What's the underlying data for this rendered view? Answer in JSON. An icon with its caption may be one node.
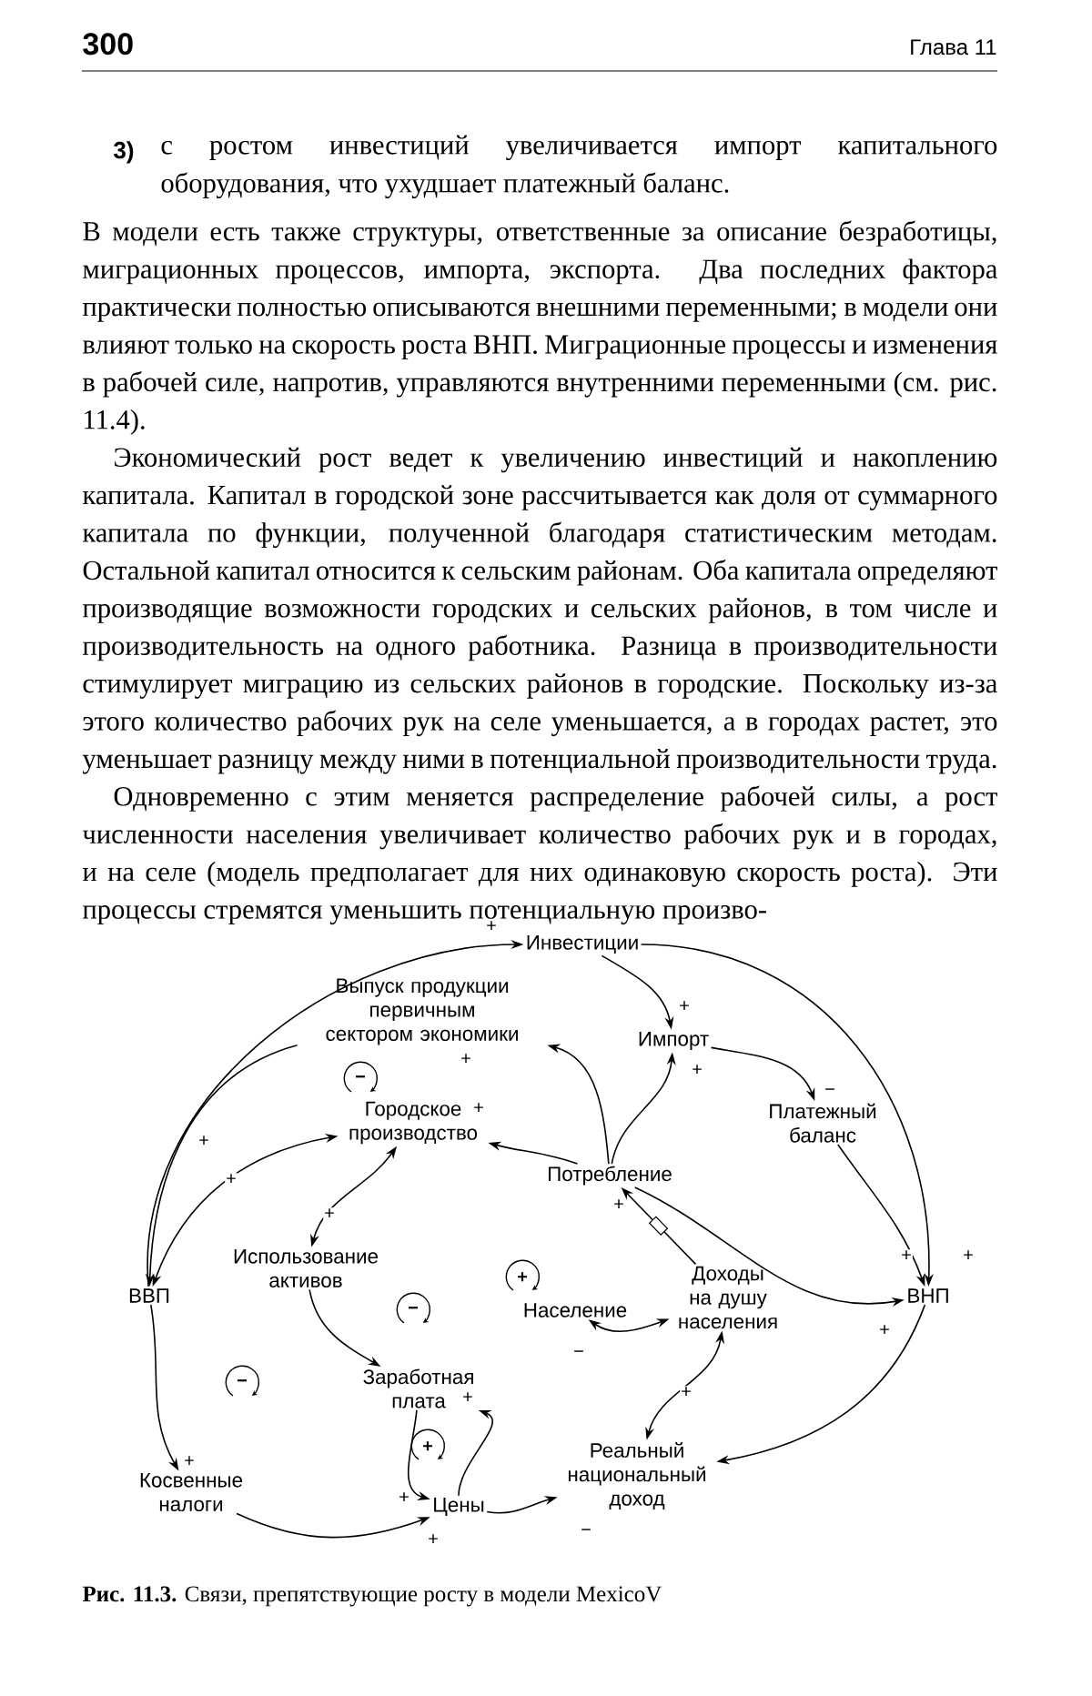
{
  "diagram": {
    "caption": "**Рис. 11.3.** Связи, препятствующие росту в модели MexicoV",
    "nodes": [
      {
        "text": [
          "Инвестиции"
        ]
      },
      {
        "text": [
          "Выпуск продукции первичным сектором экономики"
        ]
      },
      {
        "text": [
          "Импорт"
        ]
      },
      {
        "text": [
          "Городское производство"
        ]
      },
      {
        "text": [
          "Платежный баланс"
        ]
      },
      {
        "text": [
          "Потребление"
        ]
      },
      {
        "text": [
          "ВВП"
        ]
      },
      {
        "text": [
          "Использование активов"
        ]
      },
      {
        "text": [
          "Население"
        ]
      },
      {
        "text": [
          "Доходы на душу населения"
        ]
      },
      {
        "text": [
          "ВНП"
        ]
      },
      {
        "text": [
          "Заработная плата"
        ]
      },
      {
        "text": [
          "Реальный национальный доход"
        ]
      },
      {
        "text": [
          "Косвенные налоги"
        ]
      },
      {
        "text": [
          "Цены"
        ]
      }
    ],
    "edges": [
      {
        "from": 6,
        "to": 0,
        "arrow": "to",
        "label": "+"
      },
      {
        "from": 0,
        "to": 2,
        "arrow": "to",
        "label": "+"
      },
      {
        "from": 0,
        "to": 10,
        "arrow": "to",
        "label": "+"
      },
      {
        "from": 2,
        "to": 4,
        "arrow": "to",
        "label": "−"
      },
      {
        "from": 4,
        "to": 10,
        "arrow": "to",
        "label": "+"
      },
      {
        "from": 5,
        "to": 2,
        "arrow": "to",
        "label": "+"
      },
      {
        "from": 5,
        "to": 1,
        "arrow": "to",
        "label": "+"
      },
      {
        "from": 5,
        "to": 3,
        "arrow": "to",
        "label": "+"
      },
      {
        "from": 5,
        "to": 10,
        "arrow": "to",
        "label": "+"
      },
      {
        "from": 1,
        "to": 6,
        "arrow": "to",
        "label": "+"
      },
      {
        "from": 3,
        "to": 6,
        "arrow": "both",
        "label": "+"
      },
      {
        "from": 3,
        "to": 7,
        "arrow": "both",
        "label": "+"
      },
      {
        "from": 7,
        "to": 11,
        "arrow": "to"
      },
      {
        "from": 9,
        "to": 5,
        "arrow": "to",
        "label": "+"
      },
      {
        "from": 8,
        "to": 9,
        "arrow": "both",
        "label": "−"
      },
      {
        "from": 9,
        "to": 12,
        "arrow": "both",
        "label": "+"
      },
      {
        "from": 10,
        "to": 12,
        "arrow": "to"
      },
      {
        "from": 6,
        "to": 13,
        "arrow": "to",
        "label": "+"
      },
      {
        "from": 13,
        "to": 14,
        "arrow": "to",
        "label": "+"
      },
      {
        "from": 11,
        "to": 14,
        "arrow": "to",
        "label": "+"
      },
      {
        "from": 14,
        "to": 11,
        "arrow": "to",
        "label": "+"
      },
      {
        "from": 14,
        "to": 12,
        "arrow": "to",
        "label": "−"
      }
    ],
    "labels": [
      "300",
      "Глава 11",
      "3)",
      "с ростом инвестиций увеличивается импорт капитального оборудования, что ухудшает платежный баланс.",
      "В модели есть также структуры, ответственные за описание безработицы, миграционных процессов, импорта, экспорта. Два последних фактора практически полностью описываются внешними переменными; в модели они влияют только на скорость роста ВНП. Миграционные процессы и изменения в рабочей силе, напротив, управляются внутренними переменными (см. рис. 11.4).",
      "Экономический рост ведет к увеличению инвестиций и накоплению капитала. Капитал в городской зоне рассчитывается как доля от суммарного капитала по функции, полученной благодаря статистическим методам. Остальной капитал относится к сельским районам. Оба капитала определяют производящие возможности городских и сельских районов, в том числе и производительность на одного работника. Разница в производительности стимулирует миграцию из сельских районов в городские. Поскольку из-за этого количество рабочих рук на селе уменьшается, а в городах растет, это уменьшает разницу между ними в потенциальной производительности труда.",
      "Одновременно с этим меняется распределение рабочей силы, а рост численности населения увеличивает количество рабочих рук и в городах, и на селе (модель предполагает для них одинаковую скорость роста). Эти процессы стремятся уменьшить потенциальную произво-",
      "−",
      "+",
      "−",
      "−",
      "+"
    ]
  }
}
